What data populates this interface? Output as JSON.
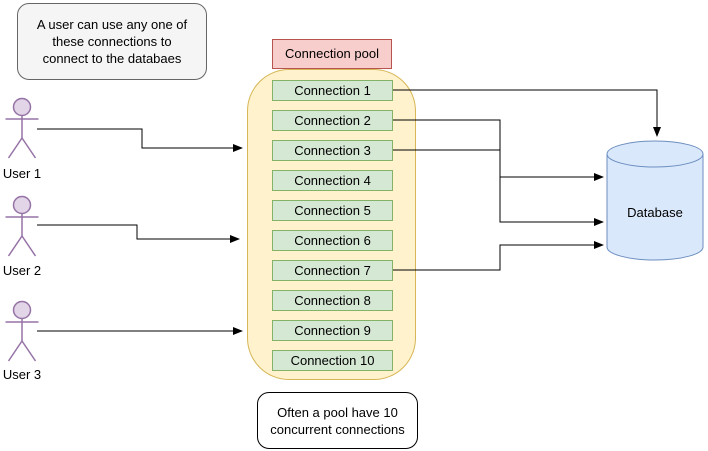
{
  "diagram": {
    "notes": {
      "top": "A user can use any one of\nthese connections to\nconnect to the databaes",
      "bottom": "Often a pool have 10\nconcurrent connections"
    },
    "actors": [
      {
        "label": "User 1"
      },
      {
        "label": "User 2"
      },
      {
        "label": "User 3"
      }
    ],
    "pool": {
      "title": "Connection pool",
      "connections": [
        "Connection 1",
        "Connection 2",
        "Connection 3",
        "Connection 4",
        "Connection 5",
        "Connection 6",
        "Connection 7",
        "Connection 8",
        "Connection 9",
        "Connection 10"
      ]
    },
    "database": {
      "label": "Database"
    },
    "edges": [
      "User 1 -> Connection pool",
      "User 2 -> Connection pool",
      "User 3 -> Connection pool",
      "Connection 1 -> Database",
      "Connection 2 -> Database",
      "Connection 3 -> Database",
      "Connection 7 -> Database"
    ],
    "colors": {
      "pool_fill": "#fff2cc",
      "pool_border": "#d6b656",
      "pool_title_fill": "#f8cecc",
      "pool_title_border": "#b85450",
      "connection_fill": "#d5e8d4",
      "connection_border": "#82b366",
      "database_fill": "#dae8fc",
      "database_border": "#6c8ebf",
      "actor_stroke": "#9673a6",
      "actor_head_fill": "#e1d5e7",
      "note_top_fill": "#f5f5f5",
      "note_top_border": "#666666",
      "note_bottom_fill": "#ffffff",
      "note_bottom_border": "#000000",
      "arrow": "#000000"
    }
  }
}
